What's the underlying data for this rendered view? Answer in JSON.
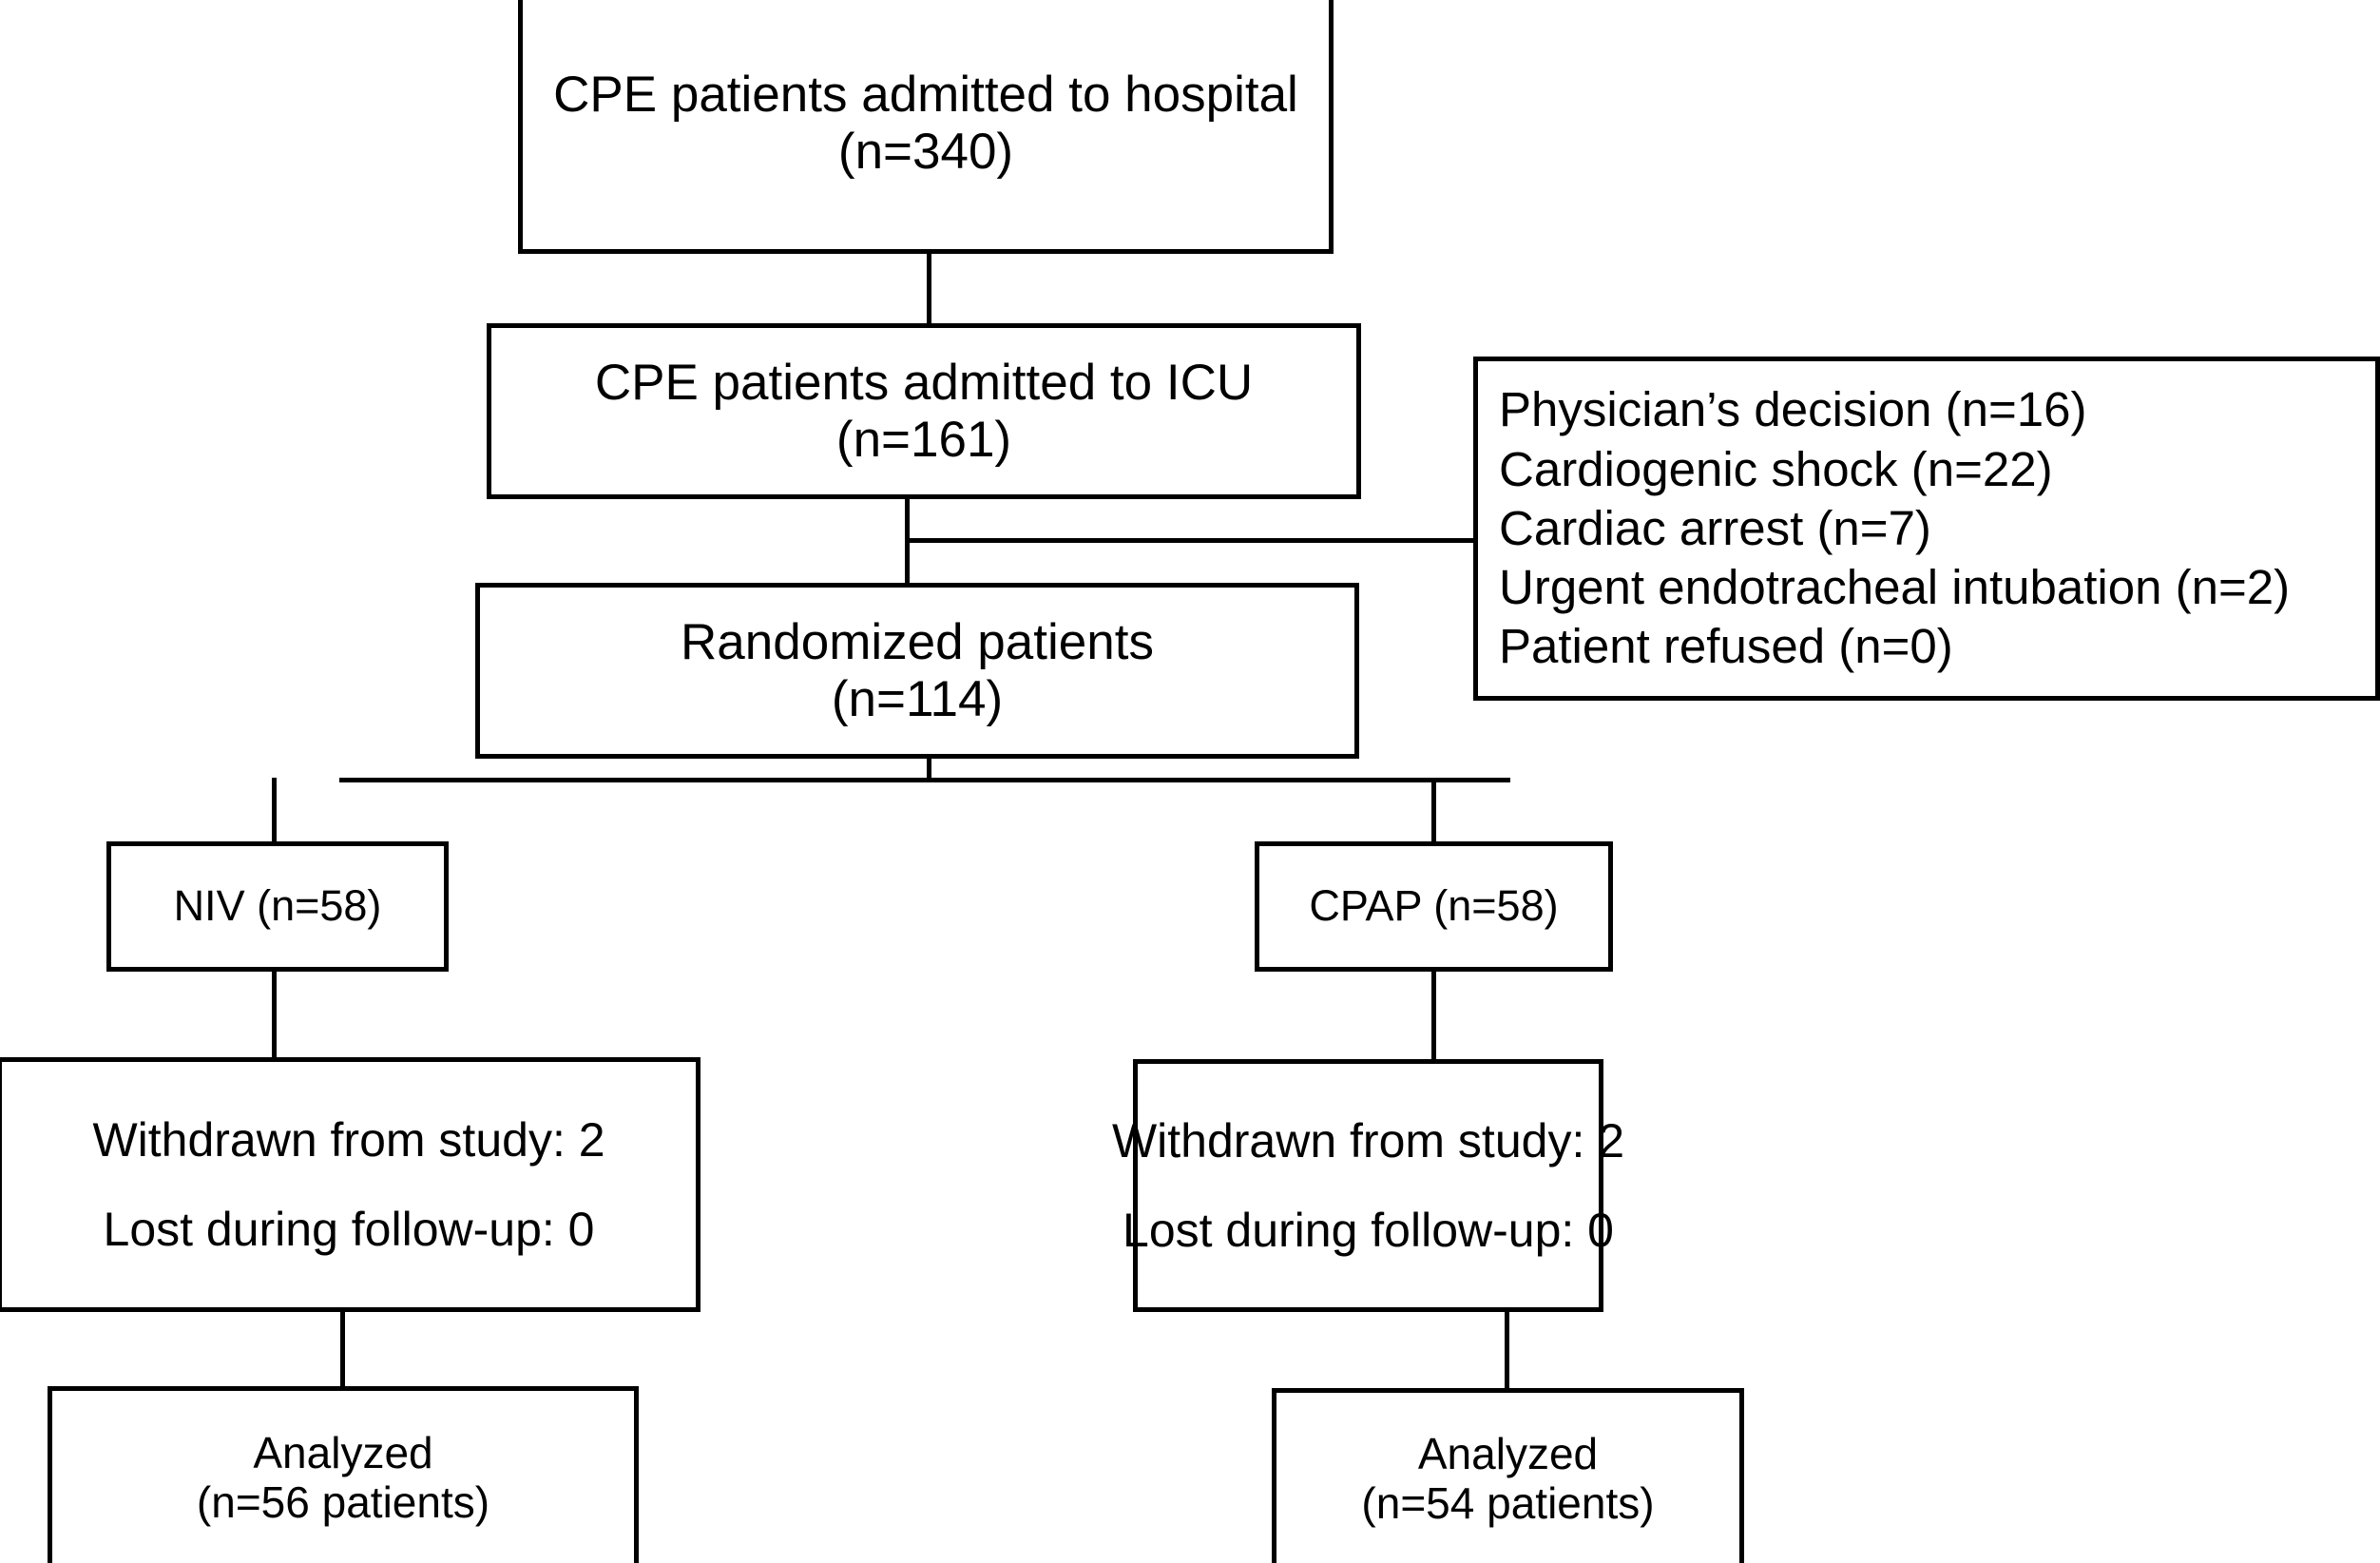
{
  "diagram": {
    "type": "consort-flow-diagram",
    "nodes": {
      "hospital": {
        "line1": "CPE patients admitted to hospital",
        "line2": "(n=340)"
      },
      "icu": {
        "line1": "CPE patients admitted to ICU",
        "line2": "(n=161)"
      },
      "exclusions": {
        "item1": "Physician’s decision (n=16)",
        "item2": "Cardiogenic shock (n=22)",
        "item3": "Cardiac arrest (n=7)",
        "item4": "Urgent endotracheal intubation (n=2)",
        "item5": "Patient refused (n=0)"
      },
      "randomized": {
        "line1": "Randomized patients",
        "line2": "(n=114)"
      },
      "niv_arm": {
        "line1": "NIV (n=58)"
      },
      "cpap_arm": {
        "line1": "CPAP (n=58)"
      },
      "withdrawn_niv": {
        "line1": "Withdrawn from study: 2",
        "line2": "Lost during follow-up: 0"
      },
      "withdrawn_cpap": {
        "line1": "Withdrawn from study: 2",
        "line2": "Lost during follow-up: 0"
      },
      "analyzed_niv": {
        "line1": "Analyzed",
        "line2": "(n=56 patients)"
      },
      "analyzed_cpap": {
        "line1": "Analyzed",
        "line2": "(n=54 patients)"
      }
    },
    "colors": {
      "stroke": "#000000",
      "background": "#ffffff",
      "text": "#000000"
    }
  }
}
